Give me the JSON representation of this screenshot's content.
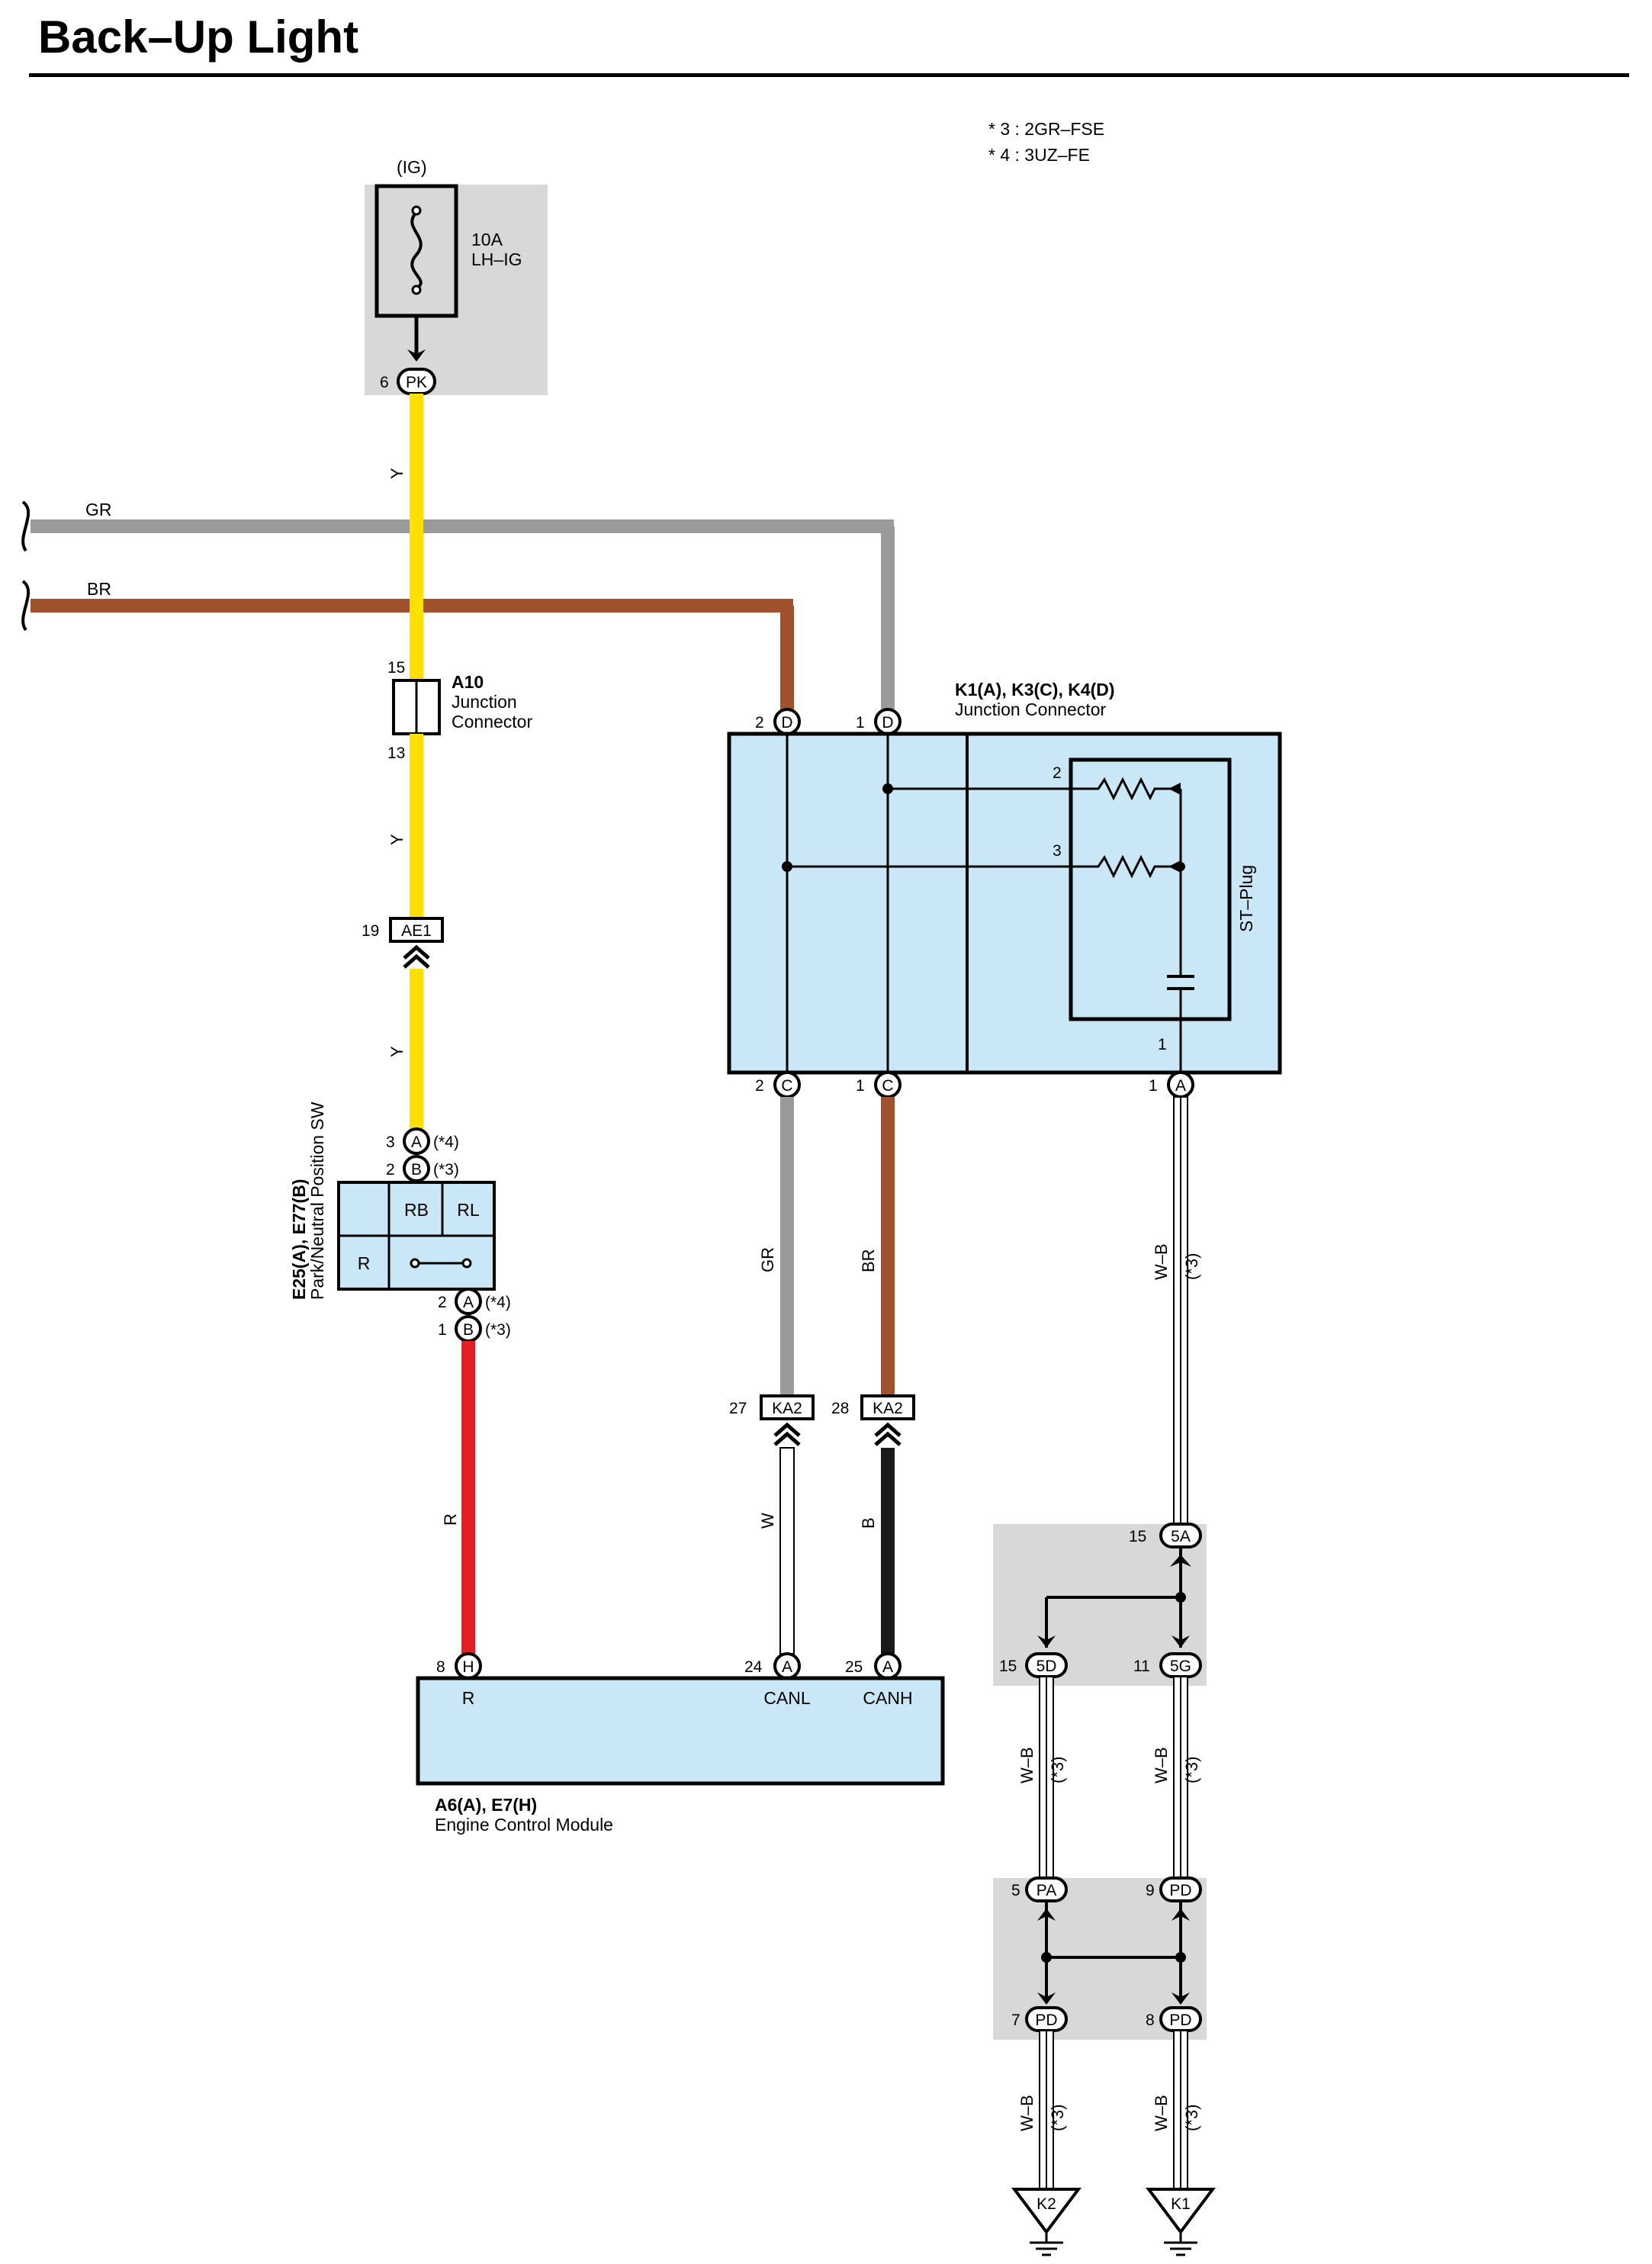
{
  "title": "Back–Up Light",
  "notes": [
    "* 3 : 2GR–FSE",
    "* 4 : 3UZ–FE"
  ],
  "power": {
    "source": "(IG)",
    "fuse_rating": "10A",
    "fuse_name": "LH–IG",
    "pin": "6",
    "terminal": "PK"
  },
  "external_wires": [
    {
      "color_code": "GR"
    },
    {
      "color_code": "BR"
    }
  ],
  "a10": {
    "id": "A10",
    "line1": "Junction",
    "line2": "Connector",
    "pin_top": "15",
    "pin_bottom": "13"
  },
  "ae1": {
    "pin": "19",
    "label": "AE1"
  },
  "pnp_switch": {
    "id": "E25(A), E77(B)",
    "name": "Park/Neutral Position SW",
    "top_pins": [
      {
        "pin": "3",
        "conn": "A",
        "note": "(*4)"
      },
      {
        "pin": "2",
        "conn": "B",
        "note": "(*3)"
      }
    ],
    "bottom_pins": [
      {
        "pin": "2",
        "conn": "A",
        "note": "(*4)"
      },
      {
        "pin": "1",
        "conn": "B",
        "note": "(*3)"
      }
    ],
    "cells": [
      "RB",
      "RL",
      "R"
    ]
  },
  "junction": {
    "id": "K1(A), K3(C), K4(D)",
    "name": "Junction Connector",
    "st_plug": "ST–Plug",
    "top_pins": [
      {
        "pin": "2",
        "conn": "D"
      },
      {
        "pin": "1",
        "conn": "D"
      }
    ],
    "bottom_pins": [
      {
        "pin": "2",
        "conn": "C"
      },
      {
        "pin": "1",
        "conn": "C"
      },
      {
        "pin": "1",
        "conn": "A"
      }
    ],
    "internal_pins": [
      "2",
      "3",
      "1"
    ]
  },
  "ka2": [
    {
      "pin": "27",
      "label": "KA2"
    },
    {
      "pin": "28",
      "label": "KA2"
    }
  ],
  "ecm": {
    "id": "A6(A), E7(H)",
    "name": "Engine Control Module",
    "pins": [
      {
        "pin": "8",
        "conn": "H",
        "name": "R"
      },
      {
        "pin": "24",
        "conn": "A",
        "name": "CANL"
      },
      {
        "pin": "25",
        "conn": "A",
        "name": "CANH"
      }
    ]
  },
  "wire_labels": {
    "y": "Y",
    "r": "R",
    "gr": "GR",
    "br": "BR",
    "w": "W",
    "b": "B",
    "wb": "W–B",
    "wb_note": "(*3)"
  },
  "splice_upper": [
    {
      "pin": "15",
      "label": "5A"
    },
    {
      "pin": "15",
      "label": "5D"
    },
    {
      "pin": "11",
      "label": "5G"
    }
  ],
  "splice_lower": [
    {
      "pin": "5",
      "label": "PA"
    },
    {
      "pin": "9",
      "label": "PD"
    },
    {
      "pin": "7",
      "label": "PD"
    },
    {
      "pin": "8",
      "label": "PD"
    }
  ],
  "grounds": [
    "K2",
    "K1"
  ],
  "colors": {
    "yellow": "#FFE000",
    "gray": "#9A9A9A",
    "brown": "#A0522D",
    "red": "#E31E24",
    "black": "#1A1A1A",
    "box_fill": "#C9E7F6",
    "shade": "#D8D8D8"
  }
}
